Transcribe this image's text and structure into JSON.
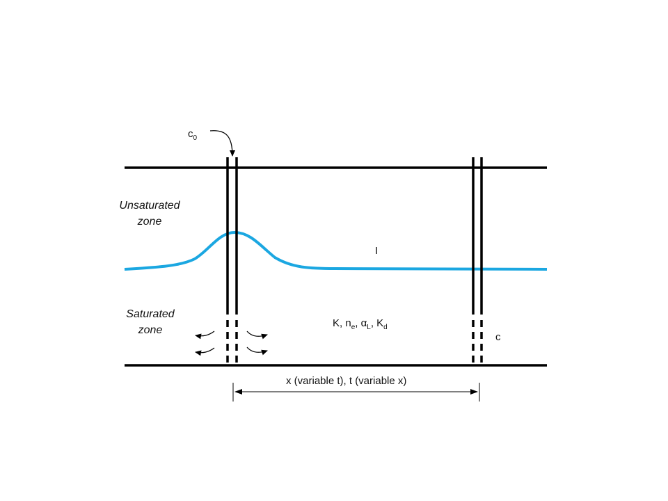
{
  "zones": {
    "unsaturated_line1": "Unsaturated",
    "unsaturated_line2": "zone",
    "saturated_line1": "Saturated",
    "saturated_line2": "zone"
  },
  "labels": {
    "c0_base": "c",
    "c0_sub": "0",
    "gradient": "I",
    "props_k": "K, n",
    "props_ne_sub": "e",
    "props_sep1": ", ",
    "props_alpha": "α",
    "props_alpha_sub": "L",
    "props_sep2": ", K",
    "props_kd_sub": "d",
    "c_out": "c",
    "distance": "x (variable t), t (variable x)"
  },
  "colors": {
    "lines": "#000000",
    "water_table": "#1ba7e1"
  },
  "icons": {
    "injection": "curved-arrow-down-icon",
    "flow": "curved-flow-arrow-icon"
  }
}
